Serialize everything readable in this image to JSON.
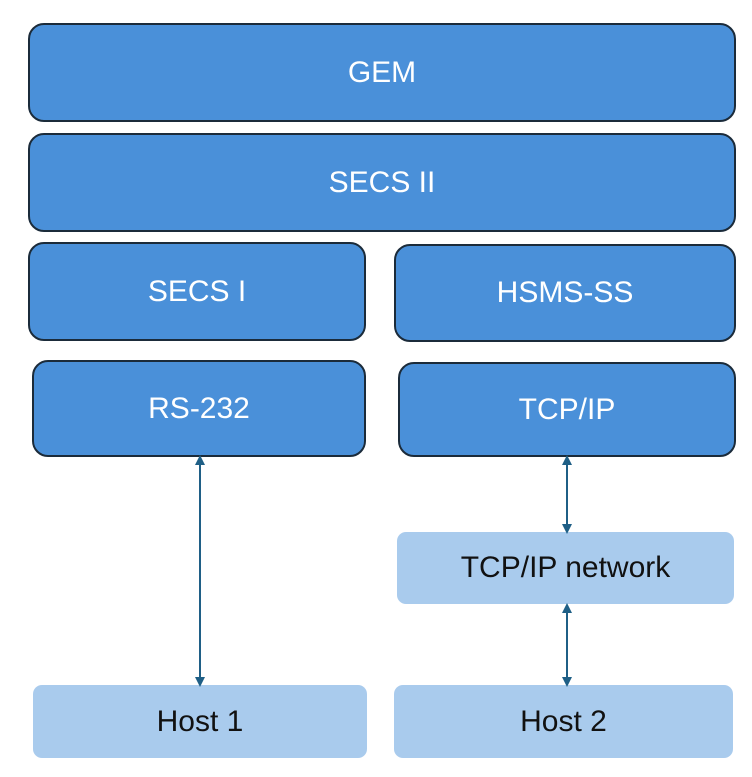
{
  "layers": {
    "gem": "GEM",
    "secs_ii": "SECS II",
    "secs_i": "SECS I",
    "hsms_ss": "HSMS-SS",
    "rs_232": "RS-232",
    "tcp_ip": "TCP/IP"
  },
  "endpoints": {
    "tcp_ip_network": "TCP/IP network",
    "host_1": "Host 1",
    "host_2": "Host 2"
  },
  "colors": {
    "layer_fill": "#4a90d9",
    "layer_border": "#1b2b3a",
    "endpoint_fill": "#a9cbed",
    "connector": "#1f5f86"
  }
}
